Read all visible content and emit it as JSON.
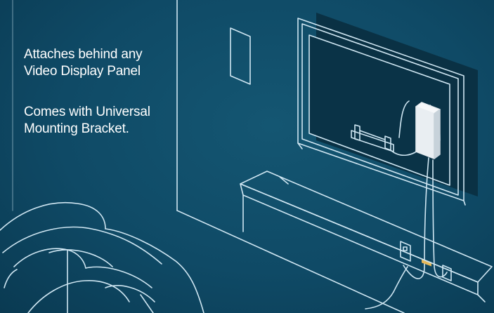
{
  "captions": [
    {
      "lines": [
        "Attaches behind any",
        "Video Display Panel"
      ]
    },
    {
      "lines": [
        "Comes with Universal",
        "Mounting Bracket."
      ]
    }
  ],
  "colors": {
    "background": "#0f4a66",
    "line_art": "#cfe6f2",
    "device": "#e9eef2",
    "device_accent": "#e4b85a",
    "text": "#ffffff"
  },
  "illustration": {
    "objects": [
      "wall",
      "light-switch-plate",
      "flat-panel-display",
      "mounting-bracket",
      "adapter-device",
      "media-console",
      "wall-outlet",
      "cables",
      "sofa"
    ]
  }
}
